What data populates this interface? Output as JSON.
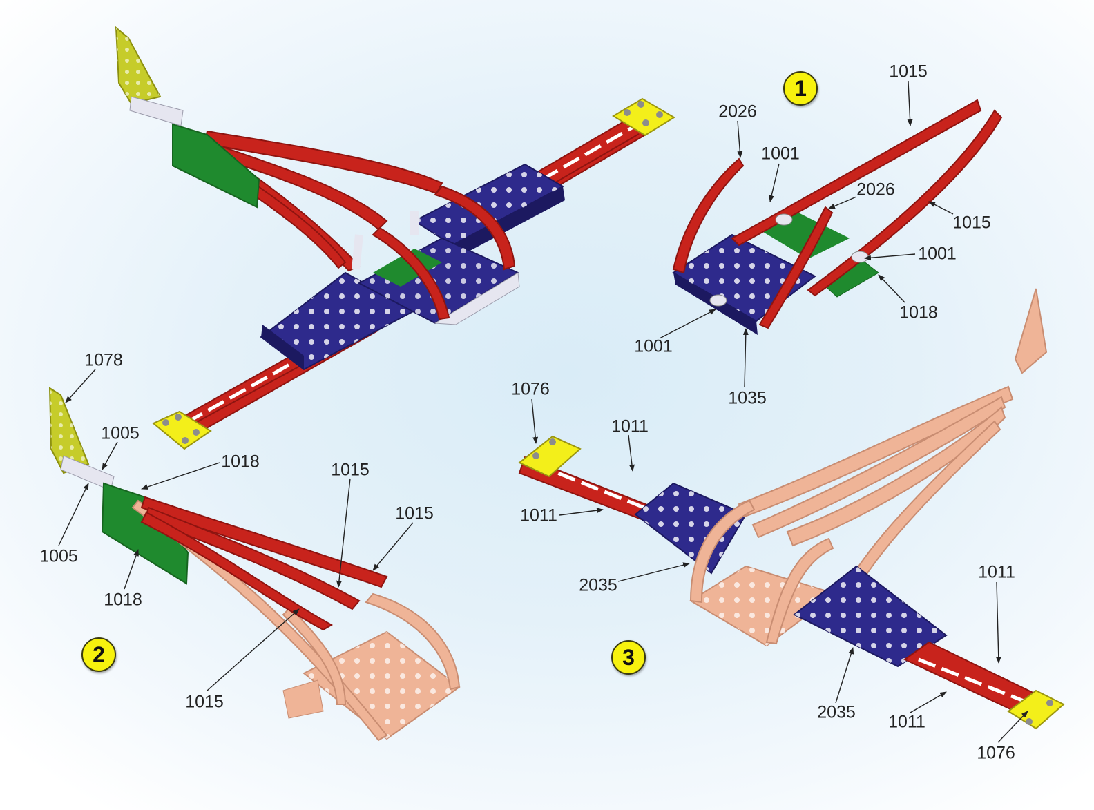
{
  "steps": [
    {
      "id": "step-1",
      "number": "1"
    },
    {
      "id": "step-2",
      "number": "2"
    },
    {
      "id": "step-3",
      "number": "3"
    }
  ],
  "labels": {
    "s1_1015_top": "1015",
    "s1_2026_left": "2026",
    "s1_1001_top": "1001",
    "s1_2026_right": "2026",
    "s1_1015_right": "1015",
    "s1_1001_right": "1001",
    "s1_1018": "1018",
    "s1_1001_bottom": "1001",
    "s1_1035": "1035",
    "s2_1078": "1078",
    "s2_1005_top": "1005",
    "s2_1018_top": "1018",
    "s2_1015_top": "1015",
    "s2_1015_right": "1015",
    "s2_1005_bottom": "1005",
    "s2_1018_bottom": "1018",
    "s2_1015_bottom": "1015",
    "s3_1076_top": "1076",
    "s3_1011_top": "1011",
    "s3_1011_left": "1011",
    "s3_2035_left": "2035",
    "s3_1011_right": "1011",
    "s3_2035_bottom": "2035",
    "s3_1011_bottom": "1011",
    "s3_1076_bottom": "1076"
  },
  "colors": {
    "red_strip": "#c8231c",
    "red_dark": "#8e1410",
    "blue_plate": "#2e2a8c",
    "blue_dark": "#1c1960",
    "green_plate": "#1f8a2e",
    "green_dark": "#16641f",
    "yellow_plate": "#f3ef1a",
    "yellow_green_fin": "#c6cc2a",
    "white_part": "#e6e6f0",
    "copper_part": "#efb497",
    "copper_dark": "#c98d72",
    "bolt": "#8c8c8c",
    "badge_yellow": "#f7f20e"
  }
}
